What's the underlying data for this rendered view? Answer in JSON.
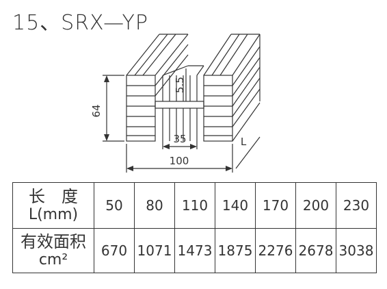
{
  "title": "15、SRX—YP",
  "drawing": {
    "dim_height": "64",
    "dim_gap": "5.5",
    "dim_inner_width": "35",
    "dim_width": "100",
    "dim_length": "L"
  },
  "table": {
    "row1_label_zh": "长　度",
    "row1_label_unit": "L(mm)",
    "row2_label_zh": "有效面积",
    "row2_label_unit": "cm²",
    "lengths": [
      "50",
      "80",
      "110",
      "140",
      "170",
      "200",
      "230"
    ],
    "areas": [
      "670",
      "1071",
      "1473",
      "1875",
      "2276",
      "2678",
      "3038"
    ]
  }
}
